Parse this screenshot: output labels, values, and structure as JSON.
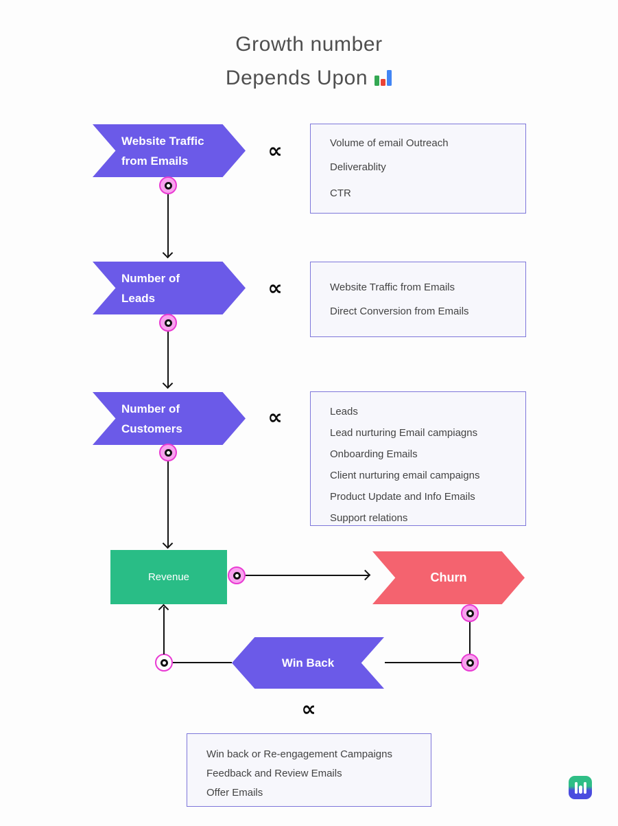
{
  "title": {
    "line1": "Growth number",
    "line2": "Depends Upon",
    "icon": "bar-chart-emoji"
  },
  "prop_symbol": "∝",
  "nodes": {
    "website_traffic": {
      "line1": "Website Traffic",
      "line2": "from Emails"
    },
    "leads": {
      "line1": "Number of",
      "line2": "Leads"
    },
    "customers": {
      "line1": "Number of",
      "line2": "Customers"
    },
    "revenue": {
      "label": "Revenue"
    },
    "churn": {
      "label": "Churn"
    },
    "win_back": {
      "label": "Win Back"
    }
  },
  "factor_boxes": {
    "traffic_factors": {
      "items": [
        "Volume of email Outreach",
        "Deliverablity",
        "CTR"
      ]
    },
    "leads_factors": {
      "items": [
        "Website Traffic from Emails",
        "Direct Conversion from Emails"
      ]
    },
    "customers_factors": {
      "items": [
        "Leads",
        "Lead nurturing Email campiagns",
        "Onboarding Emails",
        "Client nurturing email campaigns",
        "Product Update and Info Emails",
        "Support relations"
      ]
    },
    "win_back_factors": {
      "items": [
        "Win back or Re-engagement Campaigns",
        "Feedback and Review Emails",
        "Offer Emails"
      ]
    }
  },
  "colors": {
    "node_purple": "#6B5AE8",
    "node_green": "#29BD86",
    "node_red": "#F4636F",
    "dot_ring_magenta": "#E93AD3",
    "dot_fill_pink": "#F8A2EE",
    "box_border_purple": "#7D76DA",
    "box_background": "#F7F7FC",
    "connector_black": "#111111",
    "title_gray": "#4F4F4F",
    "logo_green": "#2FBE86",
    "logo_indigo": "#4A4BDF"
  }
}
